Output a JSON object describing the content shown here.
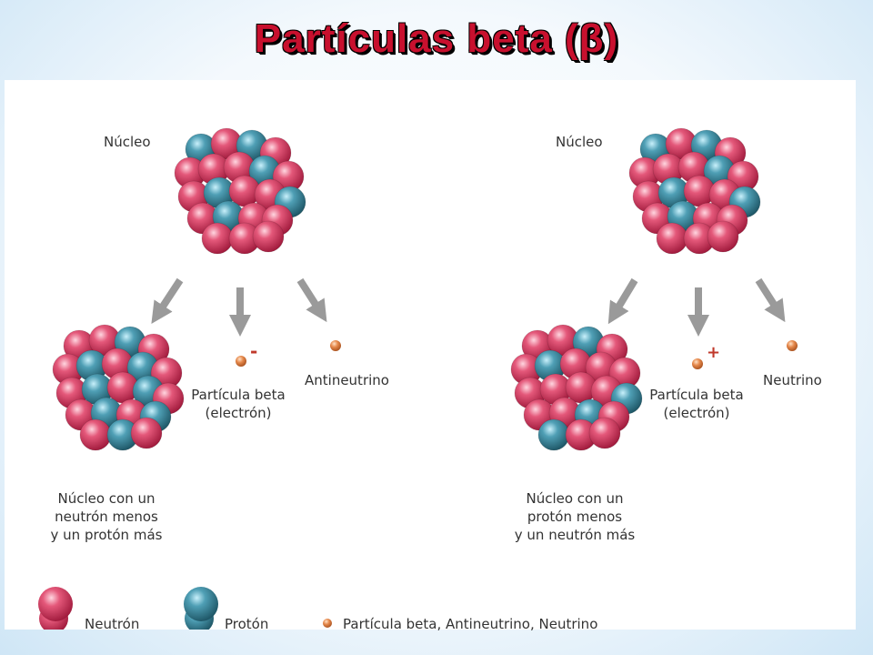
{
  "title": "Partículas beta (β)",
  "left": {
    "nucleus_label": "Núcleo",
    "charge_sign": "-",
    "daughter_label": "Núcleo con un\nneutrón menos\ny un protón más",
    "beta_label": "Partícula beta\n(electrón)",
    "partner_label": "Antineutrino"
  },
  "right": {
    "nucleus_label": "Núcleo",
    "charge_sign": "+",
    "daughter_label": "Núcleo con un\nprotón menos\ny un neutrón más",
    "beta_label": "Partícula beta\n(electrón)",
    "partner_label": "Neutrino"
  },
  "legend": {
    "neutron": "Neutrón",
    "proton": "Protón",
    "particles": "Partícula beta, Antineutrino, Neutrino"
  },
  "colors": {
    "title": "#c8102e",
    "neutron": "#d23a5e",
    "proton": "#3d8ca3",
    "particle": "#e1834a",
    "arrow": "#9a9a9a"
  }
}
